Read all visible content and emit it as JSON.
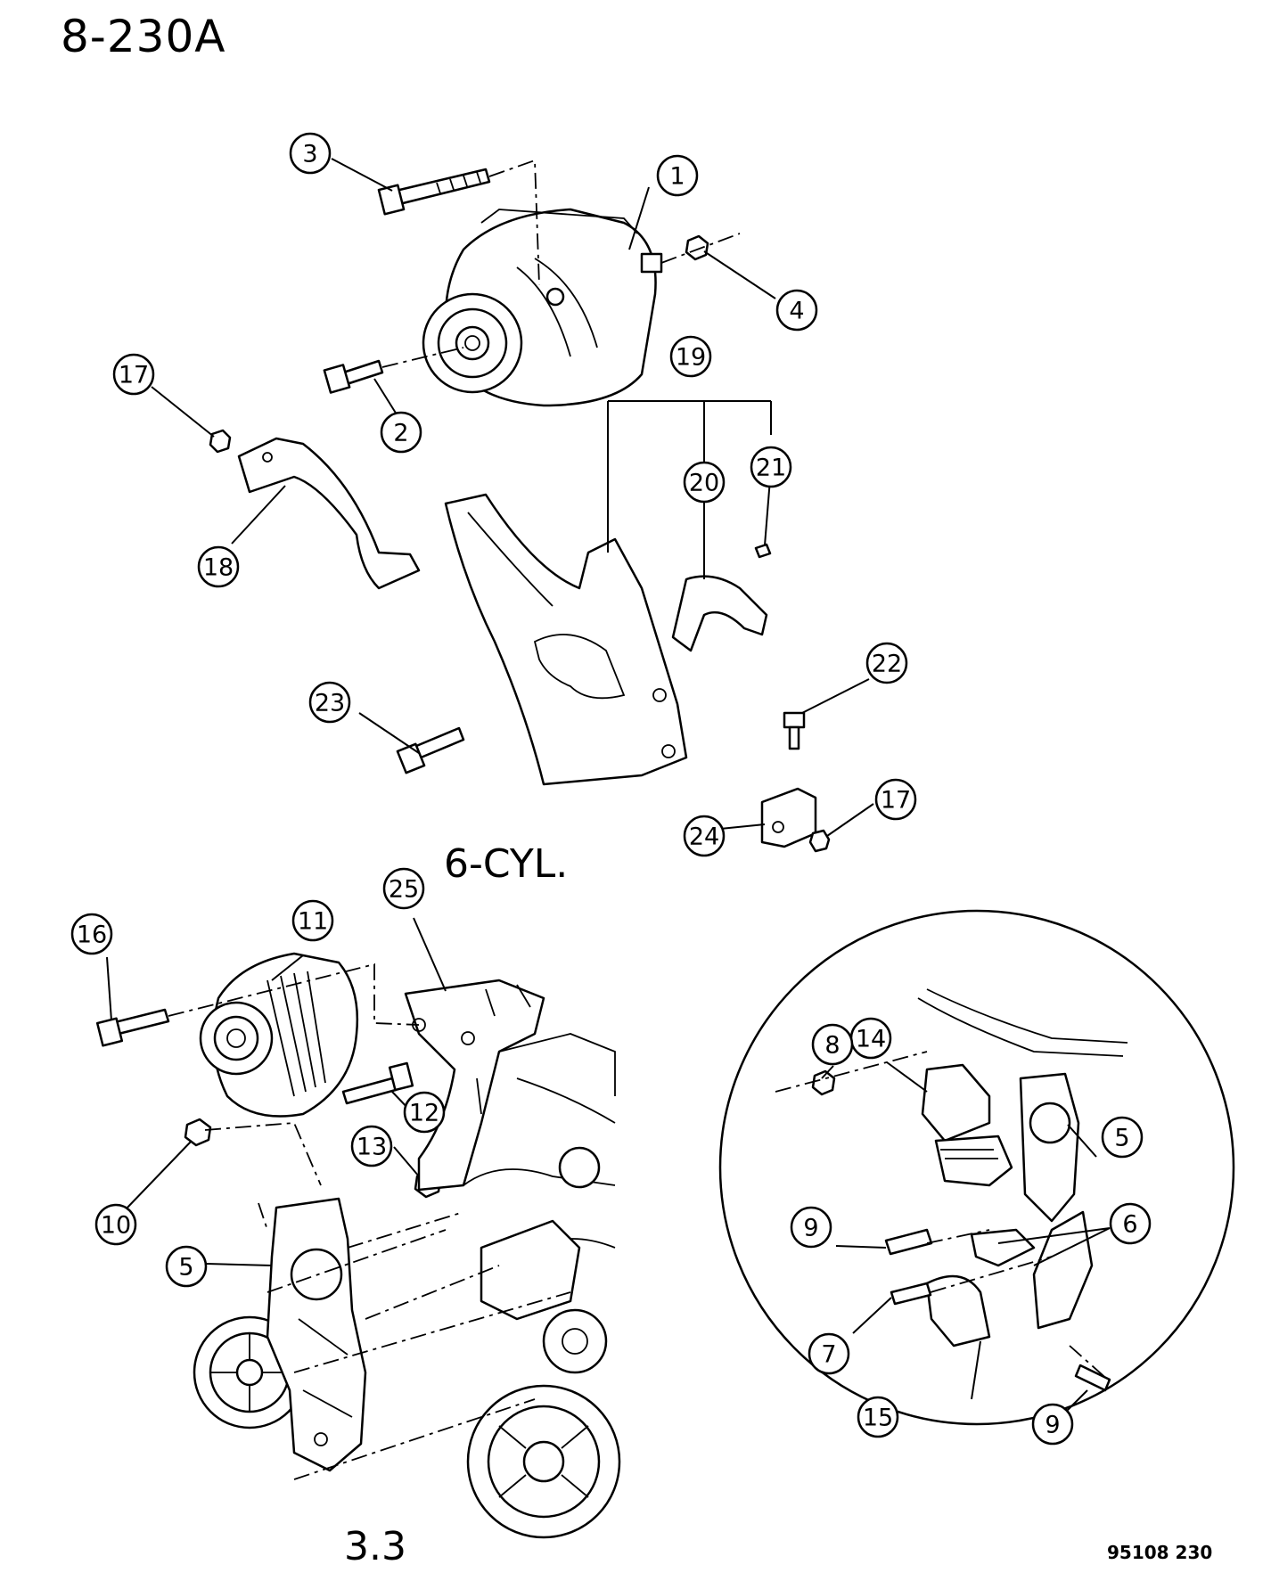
{
  "header": {
    "title": "8-230A"
  },
  "sections": {
    "upper_label": "6-CYL.",
    "lower_label": "3.3"
  },
  "footer": {
    "figure_number": "95108  230"
  },
  "callouts": [
    "1",
    "2",
    "3",
    "4",
    "5",
    "6",
    "7",
    "8",
    "9",
    "10",
    "11",
    "12",
    "13",
    "14",
    "15",
    "16",
    "17",
    "18",
    "19",
    "20",
    "21",
    "22",
    "23",
    "24",
    "25"
  ]
}
